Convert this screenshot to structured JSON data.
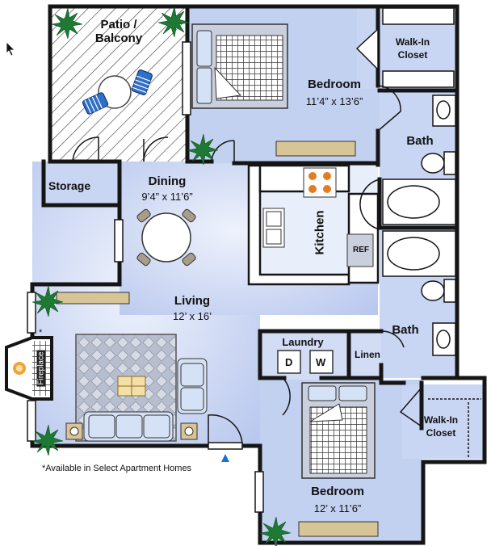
{
  "rooms": {
    "patio": {
      "name": "Patio /\nBalcony"
    },
    "storage": {
      "name": "Storage"
    },
    "dining": {
      "name": "Dining",
      "dims": "9’4” x 11’6”"
    },
    "living": {
      "name": "Living",
      "dims": "12’ x 16’"
    },
    "kitchen": {
      "name": "Kitchen"
    },
    "bedroom1": {
      "name": "Bedroom",
      "dims": "11’4” x 13’6”"
    },
    "bedroom2": {
      "name": "Bedroom",
      "dims": "12’ x 11’6”"
    },
    "bath1": {
      "name": "Bath"
    },
    "bath2": {
      "name": "Bath"
    },
    "walkin1": {
      "name": "Walk-In\nCloset"
    },
    "walkin2": {
      "name": "Walk-In\nCloset"
    },
    "laundry": {
      "name": "Laundry"
    },
    "linen": {
      "name": "Linen"
    },
    "fireplace": {
      "name": "Fireplace"
    }
  },
  "appliances": {
    "fridge": "REF",
    "dryer": "D",
    "washer": "W"
  },
  "footnote": "*Available in Select Apartment Homes",
  "fireplace_mark": "*",
  "colors": {
    "floor": "#c9d6f3",
    "floor_light": "#e6ecfa",
    "wall": "#151515",
    "plant": "#1e7a33",
    "entry": "#1f6fd1"
  }
}
